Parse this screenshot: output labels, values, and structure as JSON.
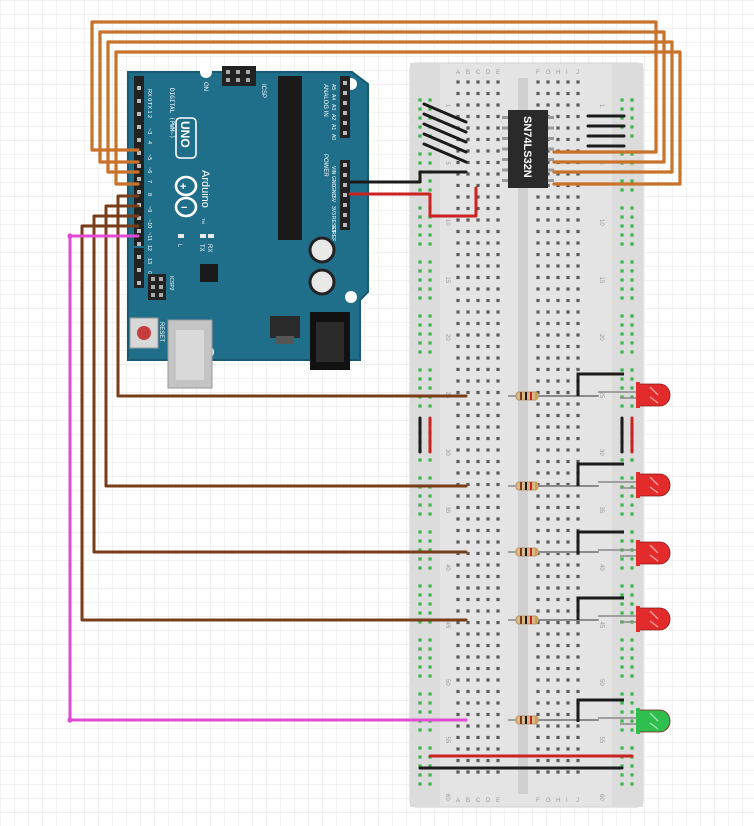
{
  "colors": {
    "grid": "#e3e3e3",
    "board": "#1f6f8b",
    "board_dark": "#175a71",
    "breadboard": "#e6e6e6",
    "breadboard_mid": "#d8d8d8",
    "hole_green": "#3fb24a",
    "hole_dark": "#5a5a5a",
    "wire_orange": "#c8722a",
    "wire_brown": "#7a3d1a",
    "wire_magenta": "#e04ad6",
    "wire_black": "#1b1b1b",
    "wire_red": "#cc2222",
    "led_red": "#e32b2b",
    "led_green": "#2fbf4f",
    "chip": "#2a2a2a"
  },
  "arduino": {
    "model": "UNO",
    "brand": "Arduino",
    "tm": "TM",
    "logo_plus": "+",
    "logo_minus": "−",
    "on_label": "ON",
    "icsp_label": "ICSP",
    "icsp2_label": "ICSP2",
    "reset_label": "RESET",
    "digital_label": "DIGITAL (PWM~)",
    "analog_label": "ANALOG IN",
    "power_label": "POWER",
    "l_label": "L",
    "tx_label": "TX",
    "rx_label": "RX",
    "digital_pins": [
      "AREF",
      "GND",
      "13",
      "12",
      "~11",
      "~10",
      "~9",
      "8",
      "7",
      "~6",
      "~5",
      "4",
      "~3",
      "2",
      "TX 1",
      "RX 0"
    ],
    "power_pins": [
      "IOREF",
      "RESET",
      "3V3",
      "5V",
      "GND",
      "GND",
      "VIN"
    ],
    "analog_pins": [
      "A0",
      "A1",
      "A2",
      "A3",
      "A4",
      "A5"
    ]
  },
  "chip": {
    "label": "SN74LS32N"
  },
  "breadboard": {
    "row_numbers": [
      "1",
      "5",
      "10",
      "15",
      "20",
      "25",
      "30",
      "35",
      "40",
      "45",
      "50",
      "55",
      "60"
    ],
    "col_letters": [
      "A",
      "B",
      "C",
      "D",
      "E",
      "F",
      "G",
      "H",
      "I",
      "J"
    ]
  },
  "leds": [
    {
      "color": "red"
    },
    {
      "color": "red"
    },
    {
      "color": "red"
    },
    {
      "color": "red"
    },
    {
      "color": "green"
    }
  ]
}
